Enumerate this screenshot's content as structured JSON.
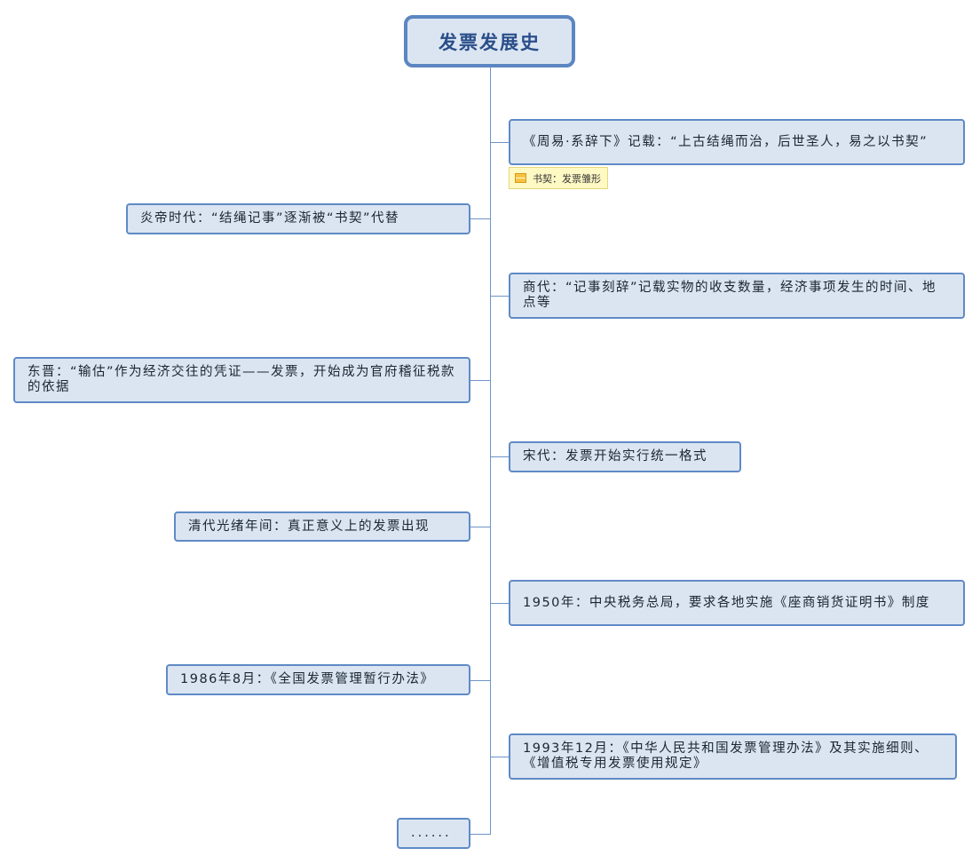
{
  "root": {
    "title": "发票发展史"
  },
  "nodes": [
    {
      "id": "zhouyi",
      "text": "《周易·系辞下》记载：“上古结绳而治，后世圣人，易之以书契”"
    },
    {
      "id": "yandi",
      "text": "炎帝时代：“结绳记事”逐渐被“书契”代替"
    },
    {
      "id": "shang",
      "text": "商代：“记事刻辞”记载实物的收支数量，经济事项发生的时间、地点等"
    },
    {
      "id": "dongjin",
      "text": "东晋：“输估”作为经济交往的凭证——发票，开始成为官府稽征税款的依据"
    },
    {
      "id": "song",
      "text": "宋代：发票开始实行统一格式"
    },
    {
      "id": "qing",
      "text": "清代光绪年间：真正意义上的发票出现"
    },
    {
      "id": "y1950",
      "text": "1950年：中央税务总局，要求各地实施《座商销货证明书》制度"
    },
    {
      "id": "y1986",
      "text": "1986年8月：《全国发票管理暂行办法》"
    },
    {
      "id": "y1993",
      "text": " 1993年12月：《中华人民共和国发票管理办法》及其实施细则、《增值税专用发票使用规定》"
    },
    {
      "id": "more",
      "text": "......"
    }
  ],
  "note": {
    "text": "书契：发票雏形",
    "icon": "note-icon"
  }
}
